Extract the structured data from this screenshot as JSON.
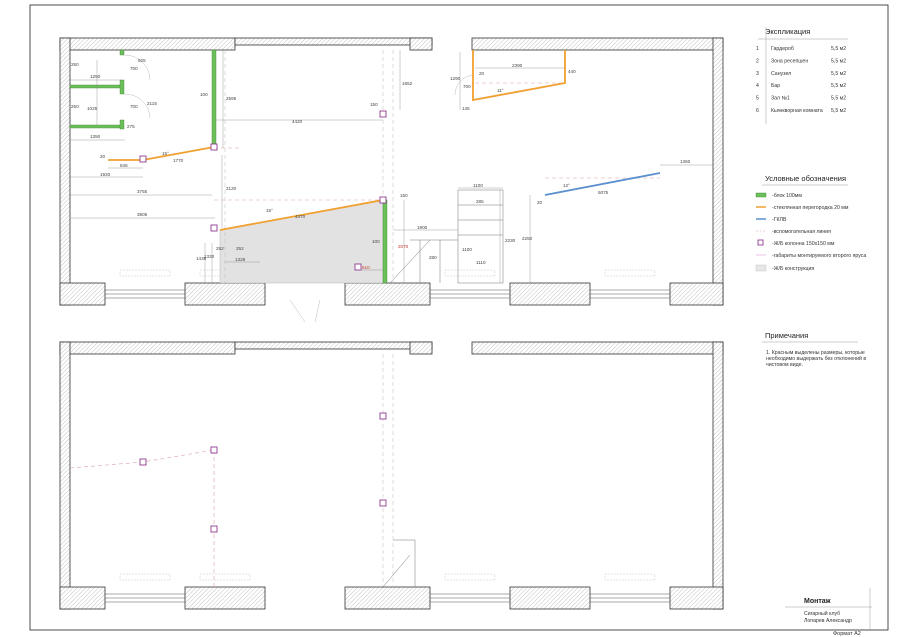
{
  "colors": {
    "block": "#6cbf5a",
    "glass": "#f0a030",
    "gklv": "#5b8fd0",
    "column": "#8e3a8e",
    "aux_line": "#d9a0a8",
    "concrete": "#dcdcdc",
    "critical_dim": "#c0392b"
  },
  "explication": {
    "title": "Экспликация",
    "rows": [
      {
        "num": "1",
        "name": "Гардероб",
        "area": "5,5 м2"
      },
      {
        "num": "2",
        "name": "Зона ресепшен",
        "area": "5,5 м2"
      },
      {
        "num": "3",
        "name": "Санузел",
        "area": "5,5 м2"
      },
      {
        "num": "4",
        "name": "Бар",
        "area": "5,5 м2"
      },
      {
        "num": "5",
        "name": "Зал №1",
        "area": "5,5 м2"
      },
      {
        "num": "6",
        "name": "Кьянкворная комната",
        "area": "5,5 м2"
      }
    ]
  },
  "legend": {
    "title": "Условные обозначения",
    "items": [
      {
        "icon": "green-block-icon",
        "label": "-блок 100мм"
      },
      {
        "icon": "orange-line-icon",
        "label": "-стеклянная перегородка 20 мм"
      },
      {
        "icon": "blue-line-icon",
        "label": "-ГКЛВ"
      },
      {
        "icon": "dashed-line-icon",
        "label": "-вспомогательная линия"
      },
      {
        "icon": "column-square-icon",
        "label": "-Ж/Б колонна 150х150 мм"
      },
      {
        "icon": "pink-line-icon",
        "label": "-габариты монтируемого второго яруса"
      },
      {
        "icon": "gray-box-icon",
        "label": "-Ж/Б конструкция"
      }
    ]
  },
  "notes": {
    "title": "Примечания",
    "lines": [
      "1. Красным выделены размеры, которые",
      "необходимо выдержать без отклонений в",
      "чистовом виде."
    ]
  },
  "title_block": {
    "stage": "Монтаж",
    "project": "Сигарный клуб",
    "author": "Лопарев Александр",
    "format": "Формат  А2"
  },
  "dims": {
    "d250a": "250",
    "d1250": "1250",
    "d700a": "700",
    "d925": "925",
    "d250b": "250",
    "d1025": "1025",
    "d700b": "700",
    "d2115": "2115",
    "d275": "275",
    "d1350": "1350",
    "d20a": "20",
    "d845": "845",
    "d1770": "1770",
    "d1920": "1920",
    "d3755": "3755",
    "d3805": "3805",
    "d100a": "100",
    "d2595": "2595",
    "d2120": "2120",
    "d4420": "4420",
    "d150a": "150",
    "d1652": "1652",
    "d150b": "150",
    "d4370": "4370",
    "d1436": "1436",
    "d1330": "1330",
    "d252a": "252",
    "d252b": "252",
    "d1328": "1328",
    "d100b": "100",
    "d2070": "2070",
    "d510": "510",
    "d1900": "1900",
    "d280": "280",
    "d1100a": "1100",
    "d285": "285",
    "d1100b": "1100",
    "d1110": "1110",
    "d2230": "2230",
    "d1290": "1290",
    "d20b": "20",
    "d2390": "2390",
    "d700c": "700",
    "d145": "145",
    "d440": "440",
    "d1360": "1360",
    "d20c": "20",
    "d5075": "5075",
    "d2250": "2250",
    "ang1": "15°",
    "ang2": "15°",
    "ang3": "11°",
    "ang4": "12°",
    "ang5": "11°"
  }
}
